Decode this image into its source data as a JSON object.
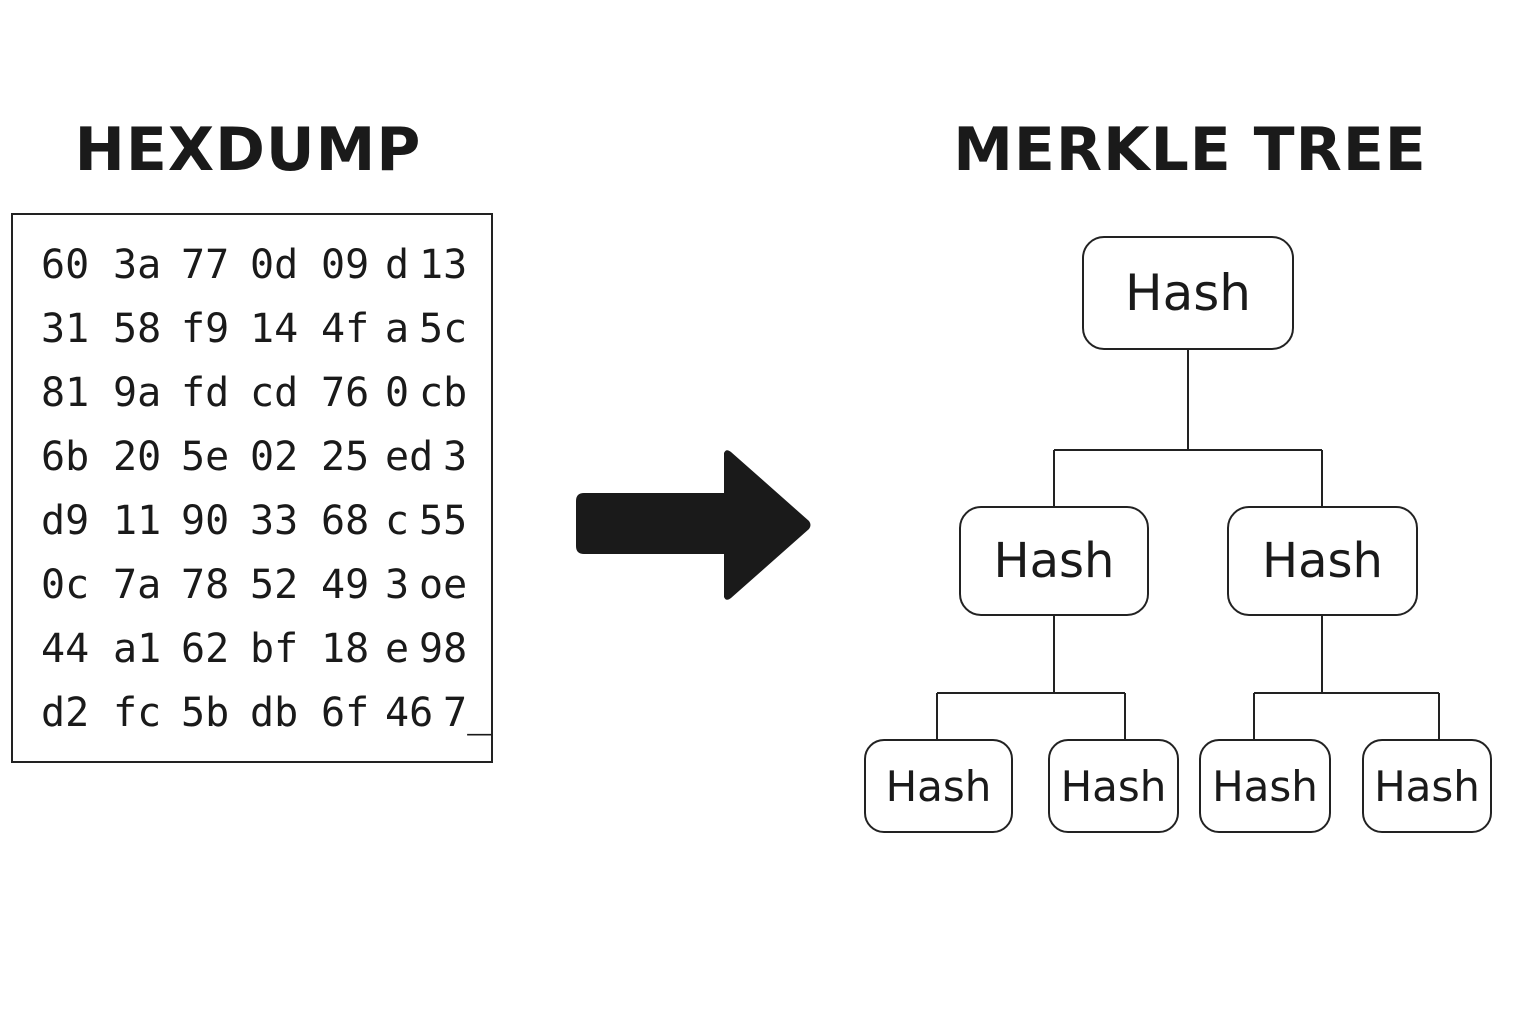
{
  "hexdump": {
    "title": "HEXDUMP",
    "rows": [
      [
        "60",
        "3a",
        "77",
        "0d",
        "09",
        "d",
        "13"
      ],
      [
        "31",
        "58",
        "f9",
        "14",
        "4f",
        "a",
        "5c"
      ],
      [
        "81",
        "9a",
        "fd",
        "cd",
        "76",
        "0",
        "cb"
      ],
      [
        "6b",
        "20",
        "5e",
        "02",
        "25",
        "ed",
        "3"
      ],
      [
        "d9",
        "11",
        "90",
        "33",
        "68",
        "c",
        "55"
      ],
      [
        "0c",
        "7a",
        "78",
        "52",
        "49",
        "3",
        "oe"
      ],
      [
        "44",
        "a1",
        "62",
        "bf",
        "18",
        "e",
        "98"
      ],
      [
        "d2",
        "fc",
        "5b",
        "db",
        "6f",
        "46",
        "7̲"
      ]
    ]
  },
  "merkle_tree": {
    "title": "MERKLE TREE",
    "root": "Hash",
    "level1": [
      "Hash",
      "Hash"
    ],
    "leaves": [
      "Hash",
      "Hash",
      "Hash",
      "Hash"
    ]
  }
}
